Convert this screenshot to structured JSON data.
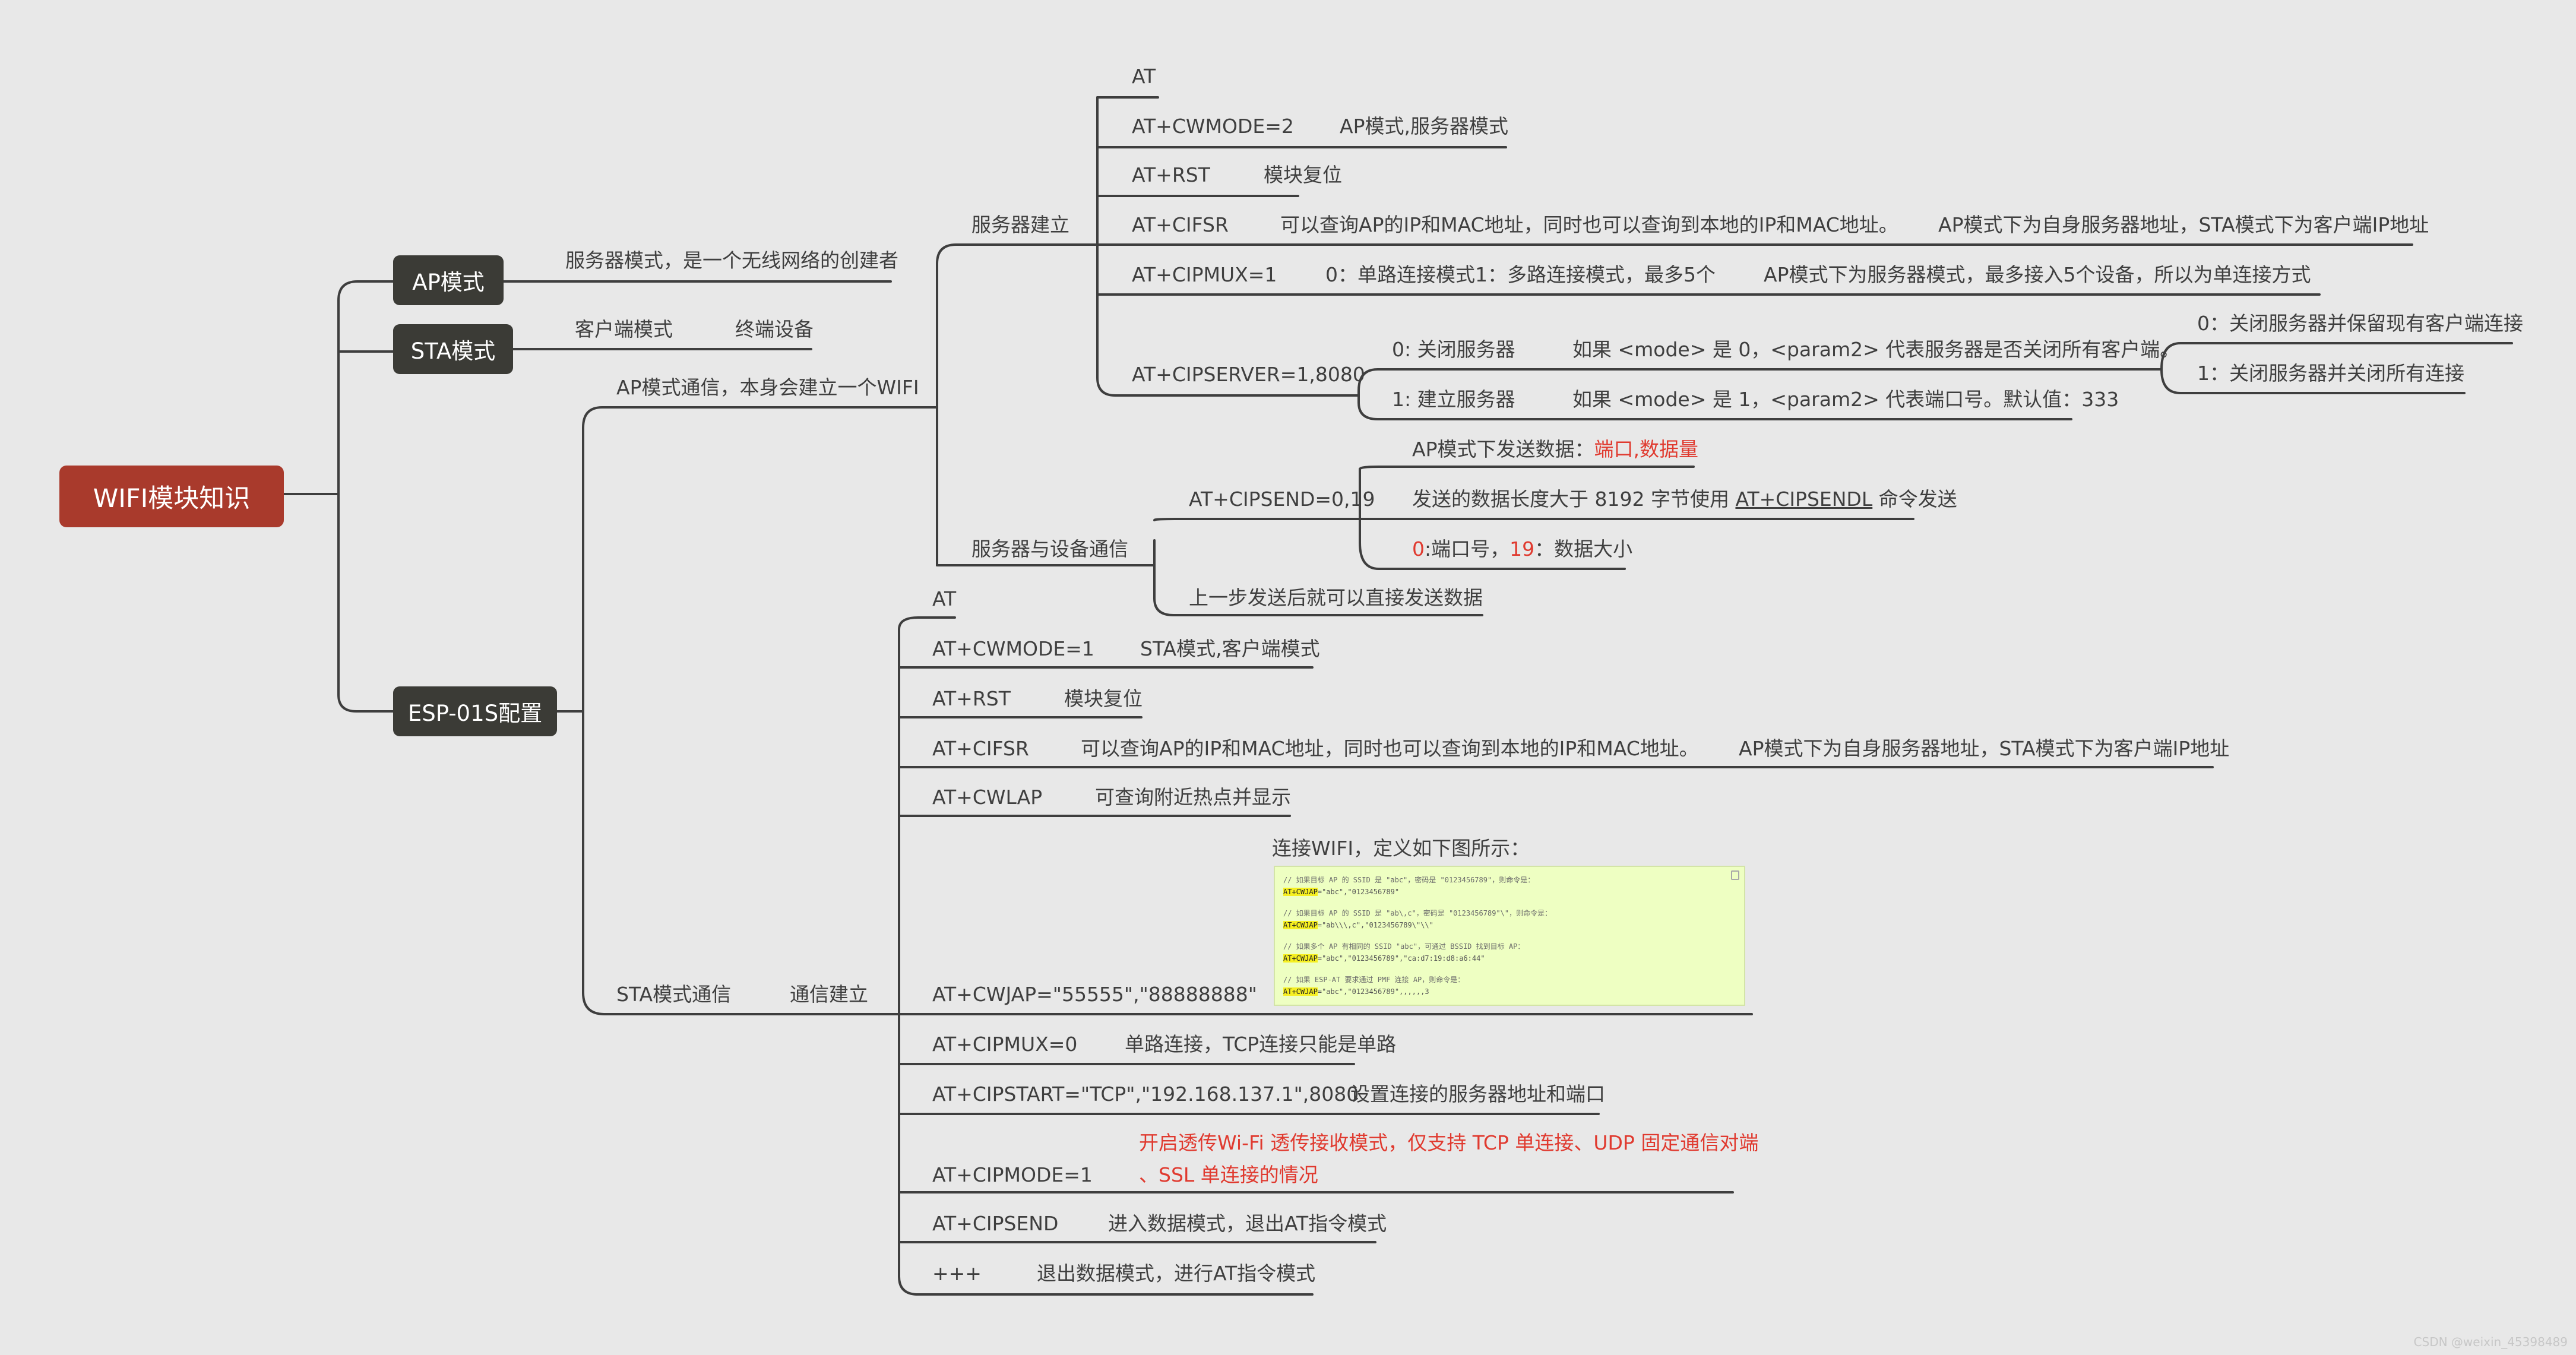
{
  "root": "WIFI模块知识",
  "ap_mode": {
    "label": "AP模式",
    "desc": "服务器模式，是一个无线网络的创建者"
  },
  "sta_mode": {
    "label": "STA模式",
    "desc1": "客户端模式",
    "desc2": "终端设备"
  },
  "esp": {
    "label": "ESP-01S配置",
    "ap_comm": {
      "label": "AP模式通信，本身会建立一个WIFI",
      "server_setup": {
        "label": "服务器建立",
        "at": "AT",
        "cwmode": {
          "cmd": "AT+CWMODE=2",
          "desc": "AP模式,服务器模式"
        },
        "rst": {
          "cmd": "AT+RST",
          "desc": "模块复位"
        },
        "cifsr": {
          "cmd": "AT+CIFSR",
          "desc": "可以查询AP的IP和MAC地址，同时也可以查询到本地的IP和MAC地址。",
          "note": "AP模式下为自身服务器地址，STA模式下为客户端IP地址"
        },
        "cipmux": {
          "cmd": "AT+CIPMUX=1",
          "desc": "0：单路连接模式1：多路连接模式，最多5个",
          "note": "AP模式下为服务器模式，最多接入5个设备，所以为单连接方式"
        },
        "cipserver": {
          "cmd": "AT+CIPSERVER=1,8080",
          "opt0": {
            "label": "0: 关闭服务器",
            "desc": "如果 <mode> 是 0，<param2> 代表服务器是否关闭所有客户端。",
            "sub0": "0：关闭服务器并保留现有客户端连接",
            "sub1": "1：关闭服务器并关闭所有连接"
          },
          "opt1": {
            "label": "1: 建立服务器",
            "desc": "如果 <mode> 是 1，<param2> 代表端口号。默认值：333"
          }
        }
      },
      "server_comm": {
        "label": "服务器与设备通信",
        "cipsend": {
          "cmd": "AT+CIPSEND=0,19",
          "line1_a": "AP模式下发送数据：",
          "line1_b": "端口,数据量",
          "line2_a": "发送的数据长度大于 8192 字节使用 ",
          "line2_b": "AT+CIPSENDL",
          "line2_c": " 命令发送",
          "line3_a": "0",
          "line3_b": ":端口号，",
          "line3_c": "19",
          "line3_d": "：数据大小"
        },
        "then": "上一步发送后就可以直接发送数据"
      }
    },
    "sta_comm": {
      "label": "STA模式通信",
      "conn": "通信建立",
      "at": "AT",
      "cwmode": {
        "cmd": "AT+CWMODE=1",
        "desc": "STA模式,客户端模式"
      },
      "rst": {
        "cmd": "AT+RST",
        "desc": "模块复位"
      },
      "cifsr": {
        "cmd": "AT+CIFSR",
        "desc": "可以查询AP的IP和MAC地址，同时也可以查询到本地的IP和MAC地址。",
        "note": "AP模式下为自身服务器地址，STA模式下为客户端IP地址"
      },
      "cwlap": {
        "cmd": "AT+CWLAP",
        "desc": "可查询附近热点并显示"
      },
      "cwjap": {
        "cmd": "AT+CWJAP=\"55555\",\"88888888\"",
        "title": "连接WIFI，定义如下图所示：",
        "code": {
          "c1": "// 如果目标 AP 的 SSID 是 \"abc\"，密码是 \"0123456789\"，则命令是：",
          "k1": "AT+CWJAP",
          "v1": "=\"abc\",\"0123456789\"",
          "c2": "// 如果目标 AP 的 SSID 是 \"ab\\,c\"，密码是 \"0123456789\"\\\"，则命令是：",
          "k2": "AT+CWJAP",
          "v2": "=\"ab\\\\\\,c\",\"0123456789\\\"\\\\\"",
          "c3": "// 如果多个 AP 有相同的 SSID \"abc\"，可通过 BSSID 找到目标 AP：",
          "k3": "AT+CWJAP",
          "v3": "=\"abc\",\"0123456789\",\"ca:d7:19:d8:a6:44\"",
          "c4": "// 如果 ESP-AT 要求通过 PMF 连接 AP，则命令是：",
          "k4": "AT+CWJAP",
          "v4": "=\"abc\",\"0123456789\",,,,,,3"
        }
      },
      "cipmux": {
        "cmd": "AT+CIPMUX=0",
        "desc": "单路连接，TCP连接只能是单路"
      },
      "cipstart": {
        "cmd": "AT+CIPSTART=\"TCP\",\"192.168.137.1\",8080",
        "desc": "设置连接的服务器地址和端口"
      },
      "cipmode": {
        "cmd": "AT+CIPMODE=1",
        "desc1": "开启透传Wi-Fi 透传接收模式，仅支持 TCP 单连接、UDP 固定通信对端",
        "desc2": "、SSL 单连接的情况"
      },
      "cipsend": {
        "cmd": "AT+CIPSEND",
        "desc": "进入数据模式，退出AT指令模式"
      },
      "plus": {
        "cmd": "+++",
        "desc": "退出数据模式，进行AT指令模式"
      }
    }
  },
  "watermark": "CSDN @weixin_45398489",
  "colors": {
    "background": "#e8e8e8",
    "line": "#3e3e3e",
    "dark_node": "#3b3b36",
    "root_node": "#a93a2c",
    "highlight_text": "#e03a2f",
    "code_bg": "#eeffc2"
  }
}
